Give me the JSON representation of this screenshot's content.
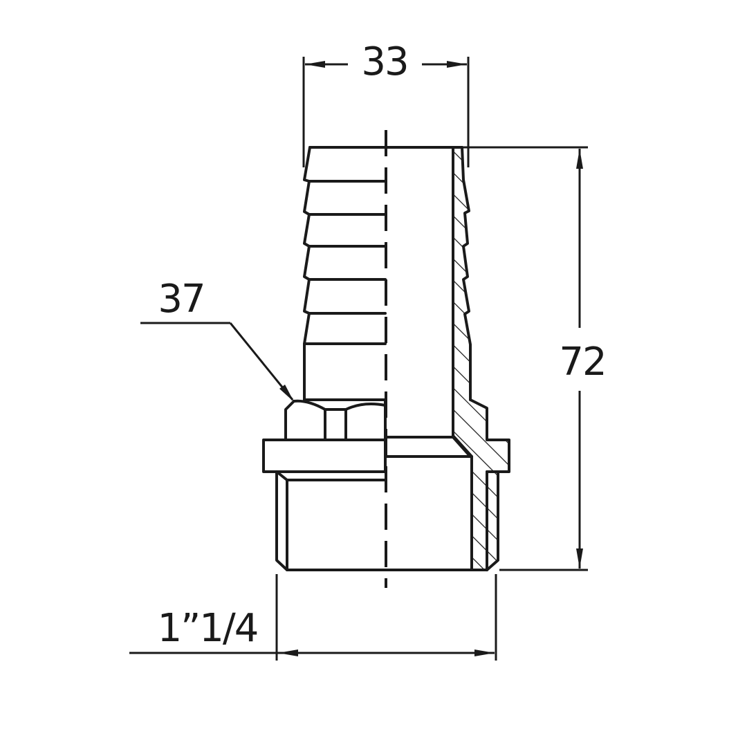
{
  "drawing": {
    "dimensions": {
      "hose_diameter": "33",
      "hex_size": "37",
      "overall_length": "72",
      "thread_size": "1”1/4"
    },
    "colors": {
      "line": "#1a1a1a",
      "background": "#ffffff"
    }
  }
}
